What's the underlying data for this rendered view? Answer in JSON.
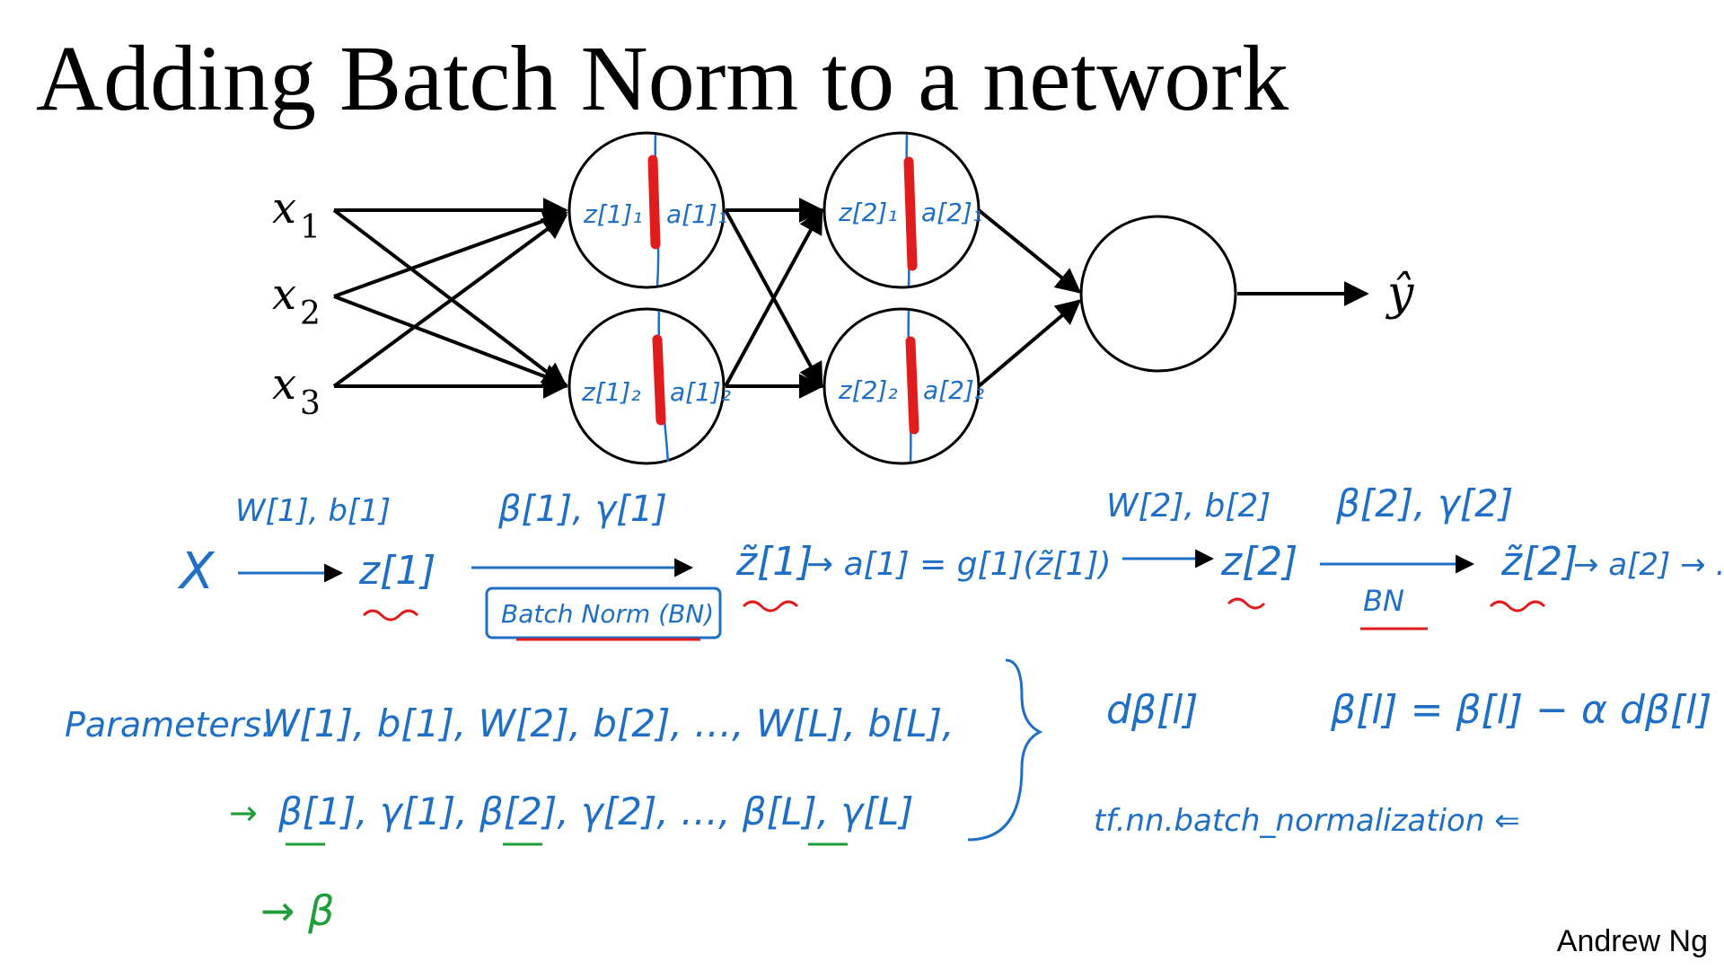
{
  "title": "Adding Batch Norm to a network",
  "author": "Andrew Ng",
  "inputs": [
    {
      "var": "x",
      "sub": "1"
    },
    {
      "var": "x",
      "sub": "2"
    },
    {
      "var": "x",
      "sub": "3"
    }
  ],
  "output_label": "ŷ",
  "neurons": {
    "l1n1": {
      "left": "z[1]₁",
      "right": "a[1]₁"
    },
    "l1n2": {
      "left": "z[1]₂",
      "right": "a[1]₂"
    },
    "l2n1": {
      "left": "z[2]₁",
      "right": "a[2]₁"
    },
    "l2n2": {
      "left": "z[2]₂",
      "right": "a[2]₂"
    }
  },
  "flow": {
    "x": "X",
    "w1b1": "W[1], b[1]",
    "z1": "z[1]",
    "beta1gamma1": "β[1], γ[1]",
    "batchnorm": "Batch Norm (BN)",
    "ztilde1": "z̃[1]",
    "a1_eq": "→ a[1] = g[1](z̃[1])",
    "w2b2": "W[2], b[2]",
    "z2": "z[2]",
    "beta2gamma2": "β[2], γ[2]",
    "bn": "BN",
    "ztilde2": "z̃[2]",
    "a2": "→ a[2] → …"
  },
  "params": {
    "label": "Parameters:",
    "row1": "W[1], b[1], W[2], b[2], …, W[L], b[L],",
    "row2": "β[1], γ[1], β[2], γ[2], …, β[L], γ[L]",
    "row3": "→ β",
    "dbeta": "dβ[l]",
    "update": "β[l] = β[l] − α dβ[l]",
    "tf": "tf.nn.batch_normalization ⇐"
  },
  "colors": {
    "ink_blue": "#1f6fc5",
    "ink_red": "#e01c1c",
    "ink_green": "#1f9e3a",
    "ink_black": "#000000"
  }
}
